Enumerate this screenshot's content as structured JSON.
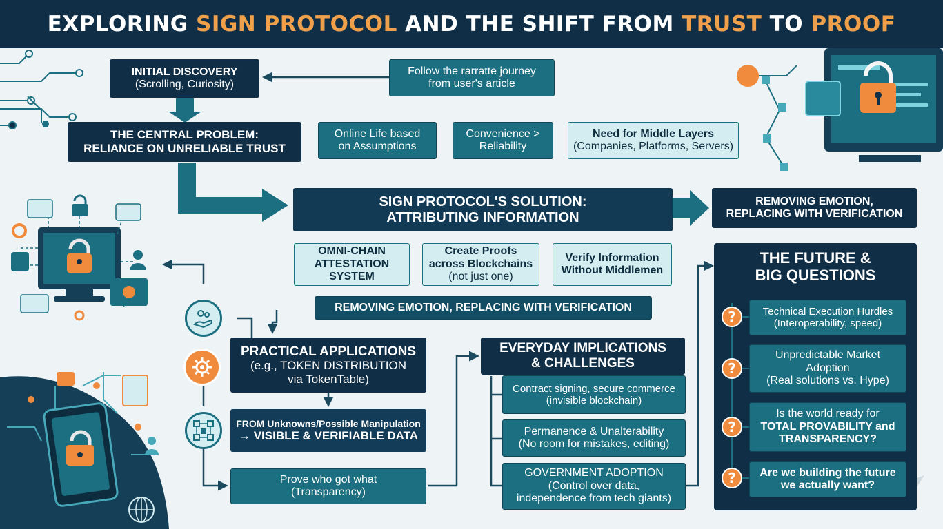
{
  "header": {
    "title_parts": [
      "EXPLORING ",
      "SIGN PROTOCOL",
      " AND THE SHIFT FROM ",
      "TRUST",
      " TO ",
      "PROOF"
    ]
  },
  "nodes": {
    "initial_discovery": {
      "line1": "INITIAL DISCOVERY",
      "line2": "(Scrolling, Curiosity)"
    },
    "follow_journey": {
      "line1": "Follow the rarratte journey",
      "line2": "from user's article"
    },
    "central_problem": {
      "line1": "THE CENTRAL PROBLEM:",
      "line2": "RELIANCE ON UNRELIABLE TRUST"
    },
    "online_life": {
      "line1": "Online Life based",
      "line2": "on Assumptions"
    },
    "convenience": {
      "line1": "Convenience >",
      "line2": "Reliability"
    },
    "middle_layers": {
      "line1": "Need for Middle Layers",
      "line2": "(Companies, Platforms, Servers)"
    },
    "solution": {
      "line1": "SIGN PROTOCOL'S SOLUTION:",
      "line2": "ATTRIBUTING INFORMATION"
    },
    "removing_emotion_top": {
      "line1": "REMOVING EMOTION,",
      "line2": "REPLACING WITH VERIFICATION"
    },
    "omni_chain": {
      "line1": "OMNI-CHAIN",
      "line2": "ATTESTATION",
      "line3": "SYSTEM"
    },
    "create_proofs": {
      "line1": "Create Proofs",
      "line2": "across Blockchains",
      "line3": "(not just one)"
    },
    "verify_info": {
      "line1": "Verify Information",
      "line2": "Without Middlemen"
    },
    "removing_emotion_bar": {
      "text": "REMOVING EMOTION, REPLACING WITH VERIFICATION"
    },
    "practical": {
      "line1": "PRACTICAL APPLICATIONS",
      "line2": "(e.g., TOKEN DISTRIBUTION",
      "line3": "via TokenTable)"
    },
    "from_unknowns": {
      "line1": "FROM Unknowns/Possible Manipulation",
      "line2": "→ VISIBLE & VERIFIABLE DATA"
    },
    "prove_who": {
      "line1": "Prove who got what",
      "line2": "(Transparency)"
    },
    "everyday": {
      "line1": "EVERYDAY IMPLICATIONS",
      "line2": "& CHALLENGES"
    },
    "contract": {
      "line1": "Contract signing, secure commerce",
      "line2": "(invisible blockchain)"
    },
    "permanence": {
      "line1": "Permanence & Unalterability",
      "line2": "(No room for mistakes, editing)"
    },
    "government": {
      "line1": "GOVERNMENT ADOPTION",
      "line2": "(Control over data,",
      "line3": "independence from tech giants)"
    },
    "future": {
      "line1": "THE FUTURE &",
      "line2": "BIG QUESTIONS"
    },
    "q1": {
      "line1": "Technical Execution Hurdles",
      "line2": "(Interoperability, speed)"
    },
    "q2": {
      "line1": "Unpredictable Market",
      "line2": "Adoption",
      "line3": "(Real solutions vs. Hype)"
    },
    "q3": {
      "line1": "Is the world ready for",
      "line2": "TOTAL PROVABILITY and",
      "line3": "TRANSPARENCY?"
    },
    "q4": {
      "line1": "Are we building the future",
      "line2": "we actually want?"
    },
    "question_mark": "?"
  },
  "icons": [
    "lock-icon",
    "gear-icon",
    "handshake-icon",
    "network-lock-icon",
    "globe-icon",
    "computer-lock-icon",
    "tablet-lock-icon",
    "server-icon",
    "person-icon",
    "sparkle-icon"
  ],
  "colors": {
    "navy": "#102f47",
    "teal": "#1b6f81",
    "light_teal": "#d4edf1",
    "orange": "#f08a3c",
    "accent_text": "#f0a04b"
  }
}
